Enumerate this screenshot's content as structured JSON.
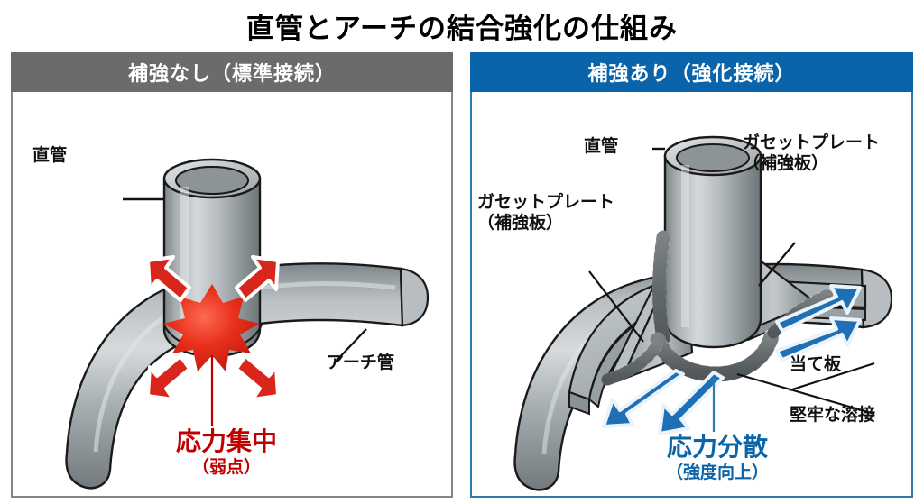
{
  "title": "直管とアーチの結合強化の仕組み",
  "colors": {
    "header_gray": "#6b6b6b",
    "header_blue": "#0a64aa",
    "border_gray": "#868686",
    "border_blue": "#2e7bb0",
    "stress_red": "#c00000",
    "arrow_red": "#d9261c",
    "arrow_blue": "#1f6fb5",
    "steel_light": "#d7dbdd",
    "steel_mid": "#9aa1a4",
    "steel_dark": "#6d7477",
    "outline": "#1a1a1a",
    "background": "#ffffff"
  },
  "panels": [
    {
      "id": "unreinforced",
      "header": "補強なし（標準接続）",
      "header_color": "#6b6b6b",
      "border_color": "#868686",
      "labels": [
        {
          "name": "straight-pipe",
          "text": "直管"
        },
        {
          "name": "arch-pipe",
          "text": "アーチ管"
        }
      ],
      "caption": {
        "main": "応力集中",
        "sub": "（弱点）",
        "color": "#c00000"
      },
      "annotation": {
        "burst": "stress-concentration-burst",
        "arrow_count": 4,
        "arrow_direction": "inward",
        "arrow_color": "#d9261c"
      }
    },
    {
      "id": "reinforced",
      "header": "補強あり（強化接続）",
      "header_color": "#0a64aa",
      "border_color": "#2e7bb0",
      "labels": [
        {
          "name": "straight-pipe",
          "text": "直管"
        },
        {
          "name": "gusset-plate-left",
          "line1": "ガセットプレート",
          "line2": "（補強板）"
        },
        {
          "name": "gusset-plate-right",
          "line1": "ガセットプレート",
          "line2": "（補強板）"
        },
        {
          "name": "backing-plate",
          "text": "当て板"
        },
        {
          "name": "strong-weld",
          "text": "堅牢な溶接"
        }
      ],
      "caption": {
        "main": "応力分散",
        "sub": "（強度向上）",
        "color": "#0a64aa"
      },
      "annotation": {
        "arrow_count": 4,
        "arrow_direction": "outward",
        "arrow_color": "#1f6fb5",
        "weld_bead": "segmented-weld-bead"
      }
    }
  ]
}
